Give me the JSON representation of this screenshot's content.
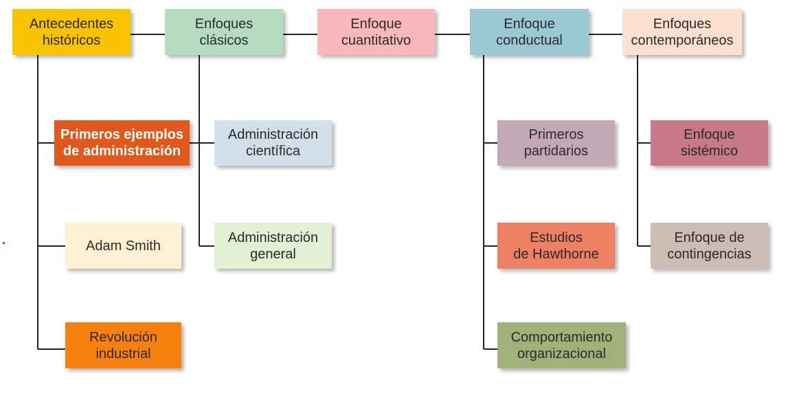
{
  "diagram": {
    "nodes": [
      {
        "id": "antecedentes-historicos",
        "label": "Antecedentes\nhistóricos",
        "color": "#f9c300",
        "text_color": "#2a2a2a"
      },
      {
        "id": "enfoques-clasicos",
        "label": "Enfoques\nclásicos",
        "color": "#b5dcc0",
        "text_color": "#2a2a2a"
      },
      {
        "id": "enfoque-cuantitativo",
        "label": "Enfoque\ncuantitativo",
        "color": "#f9b8bc",
        "text_color": "#2a2a2a"
      },
      {
        "id": "enfoque-conductual",
        "label": "Enfoque\nconductual",
        "color": "#9ac8d5",
        "text_color": "#2a2a2a"
      },
      {
        "id": "enfoques-contemporaneos",
        "label": "Enfoques\ncontemporáneos",
        "color": "#fde0cf",
        "text_color": "#2a2a2a"
      },
      {
        "id": "primeros-ejemplos",
        "label": "Primeros ejemplos\nde administración",
        "color": "#e2571c",
        "text_color": "#ffffff"
      },
      {
        "id": "adam-smith",
        "label": "Adam Smith",
        "color": "#fdf0d3",
        "text_color": "#2a2a2a"
      },
      {
        "id": "revolucion-industrial",
        "label": "Revolución\nindustrial",
        "color": "#f7800f",
        "text_color": "#2a2a2a"
      },
      {
        "id": "administracion-cientifica",
        "label": "Administración\ncientífica",
        "color": "#d2dfea",
        "text_color": "#2a2a2a"
      },
      {
        "id": "administracion-general",
        "label": "Administración\ngeneral",
        "color": "#e3efd3",
        "text_color": "#2a2a2a"
      },
      {
        "id": "primeros-partidarios",
        "label": "Primeros\npartidarios",
        "color": "#c3a9b4",
        "text_color": "#2a2a2a"
      },
      {
        "id": "estudios-hawthorne",
        "label": "Estudios\nde Hawthorne",
        "color": "#ee8063",
        "text_color": "#2a2a2a"
      },
      {
        "id": "comportamiento-organizacional",
        "label": "Comportamiento\norganizacional",
        "color": "#a2b07a",
        "text_color": "#2a2a2a"
      },
      {
        "id": "enfoque-sistemico",
        "label": "Enfoque\nsistémico",
        "color": "#c8788a",
        "text_color": "#2a2a2a"
      },
      {
        "id": "enfoque-contingencias",
        "label": "Enfoque de\ncontingencias",
        "color": "#cbbcb4",
        "text_color": "#2a2a2a"
      }
    ],
    "edges": [
      {
        "from": "antecedentes-historicos",
        "to": "enfoques-clasicos"
      },
      {
        "from": "enfoques-clasicos",
        "to": "enfoque-cuantitativo"
      },
      {
        "from": "enfoque-cuantitativo",
        "to": "enfoque-conductual"
      },
      {
        "from": "enfoque-conductual",
        "to": "enfoques-contemporaneos"
      },
      {
        "from": "antecedentes-historicos",
        "to": "primeros-ejemplos"
      },
      {
        "from": "antecedentes-historicos",
        "to": "adam-smith"
      },
      {
        "from": "antecedentes-historicos",
        "to": "revolucion-industrial"
      },
      {
        "from": "enfoques-clasicos",
        "to": "administracion-cientifica"
      },
      {
        "from": "enfoques-clasicos",
        "to": "administracion-general"
      },
      {
        "from": "enfoque-conductual",
        "to": "primeros-partidarios"
      },
      {
        "from": "enfoque-conductual",
        "to": "estudios-hawthorne"
      },
      {
        "from": "enfoque-conductual",
        "to": "comportamiento-organizacional"
      },
      {
        "from": "enfoques-contemporaneos",
        "to": "enfoque-sistemico"
      },
      {
        "from": "enfoques-contemporaneos",
        "to": "enfoque-contingencias"
      }
    ],
    "line_color": "#222222",
    "accent_dot_color": "#e0342b"
  }
}
